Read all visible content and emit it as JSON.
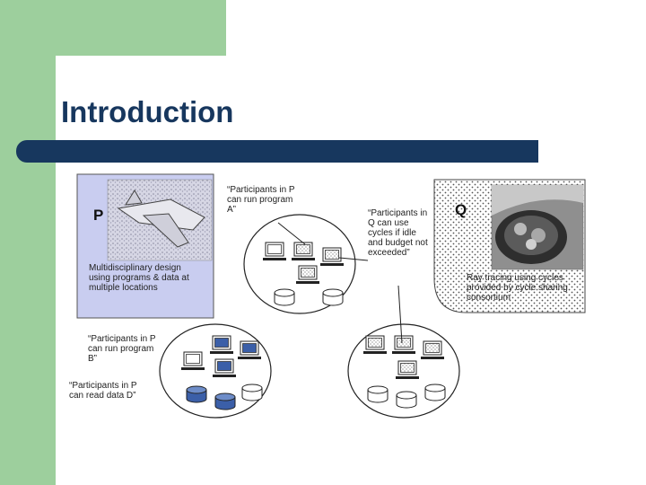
{
  "slide": {
    "title": "Introduction"
  },
  "diagram": {
    "box_p_label": "P",
    "box_p_text": "Multidisciplinary design\nusing programs & data at\nmultiple locations",
    "box_q_label": "Q",
    "box_q_text": "Ray tracing using cycles\nprovided by cycle sharing\nconsortium",
    "annotation_program_a": "“Participants in P\ncan run program\nA”",
    "annotation_q_cycles": "“Participants in\nQ can use\ncycles if idle\nand budget not\nexceeded”",
    "annotation_program_b": "“Participants in P\ncan run program\nB”",
    "annotation_read_d": "“Participants in P\ncan read data D”"
  }
}
